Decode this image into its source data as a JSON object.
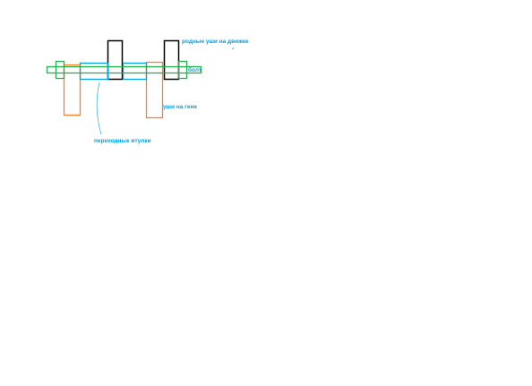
{
  "colors": {
    "background": "#ffffff",
    "bolt": "#22b14c",
    "native_ears": "#000000",
    "generator_ears": "#ff7f27",
    "bushings": "#00a2e8",
    "label_text": "#00a2e8"
  },
  "labels": {
    "native_ears": "родные уши на движке",
    "bolt": "болт",
    "generator_ears": "уши на гене",
    "bushings": "переходные втулки"
  }
}
